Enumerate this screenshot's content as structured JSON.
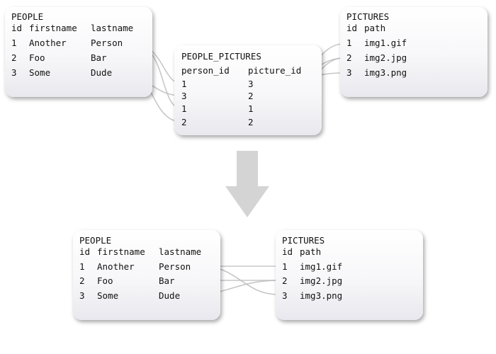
{
  "top": {
    "people": {
      "title": "PEOPLE",
      "headers": [
        "id",
        "firstname",
        "lastname"
      ],
      "rows": [
        {
          "id": "1",
          "firstname": "Another",
          "lastname": "Person"
        },
        {
          "id": "2",
          "firstname": "Foo",
          "lastname": "Bar"
        },
        {
          "id": "3",
          "firstname": "Some",
          "lastname": "Dude"
        }
      ]
    },
    "people_pictures": {
      "title": "PEOPLE_PICTURES",
      "headers": [
        "person_id",
        "picture_id"
      ],
      "rows": [
        {
          "person_id": "1",
          "picture_id": "3"
        },
        {
          "person_id": "3",
          "picture_id": "2"
        },
        {
          "person_id": "1",
          "picture_id": "1"
        },
        {
          "person_id": "2",
          "picture_id": "2"
        }
      ]
    },
    "pictures": {
      "title": "PICTURES",
      "headers": [
        "id",
        "path"
      ],
      "rows": [
        {
          "id": "1",
          "path": "img1.gif"
        },
        {
          "id": "2",
          "path": "img2.jpg"
        },
        {
          "id": "3",
          "path": "img3.png"
        }
      ]
    }
  },
  "bottom": {
    "people": {
      "title": "PEOPLE",
      "headers": [
        "id",
        "firstname",
        "lastname"
      ],
      "rows": [
        {
          "id": "1",
          "firstname": "Another",
          "lastname": "Person"
        },
        {
          "id": "2",
          "firstname": "Foo",
          "lastname": "Bar"
        },
        {
          "id": "3",
          "firstname": "Some",
          "lastname": "Dude"
        }
      ]
    },
    "pictures": {
      "title": "PICTURES",
      "headers": [
        "id",
        "path"
      ],
      "rows": [
        {
          "id": "1",
          "path": "img1.gif"
        },
        {
          "id": "2",
          "path": "img2.jpg"
        },
        {
          "id": "3",
          "path": "img3.png"
        }
      ]
    }
  },
  "colors": {
    "link": "#bdbdbd",
    "arrow": "#d4d4d4"
  }
}
